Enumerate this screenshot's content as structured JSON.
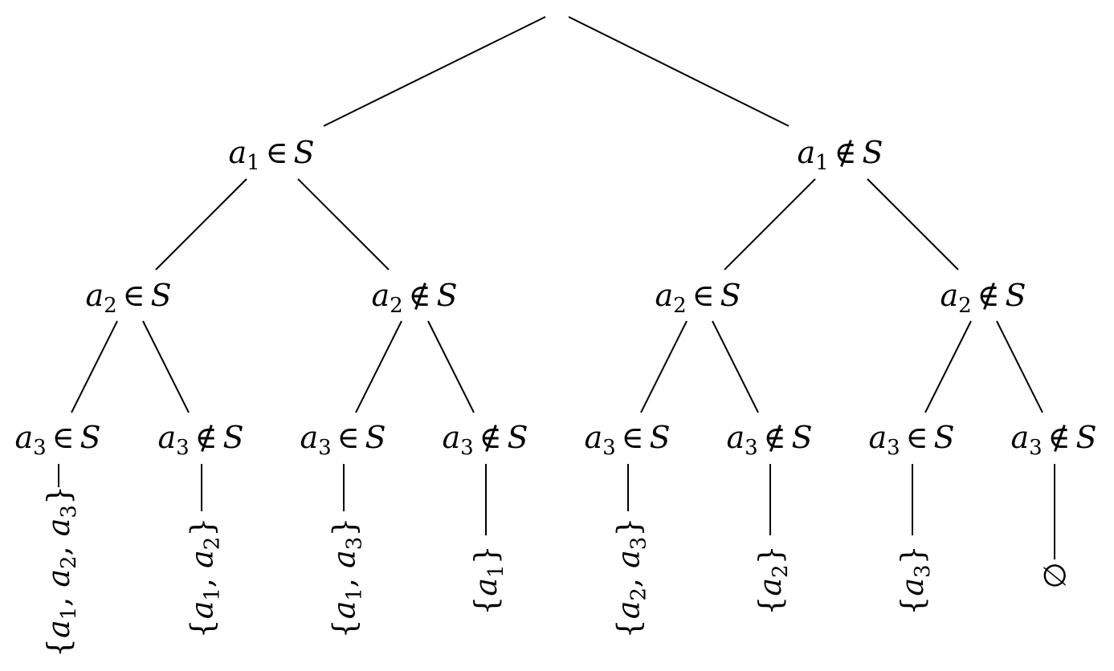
{
  "nodes": {
    "n1": {
      "sym": "a",
      "sub": "1",
      "rel": "∈",
      "set": "S"
    },
    "n2": {
      "sym": "a",
      "sub": "1",
      "rel": "∉",
      "set": "S"
    },
    "n11": {
      "sym": "a",
      "sub": "2",
      "rel": "∈",
      "set": "S"
    },
    "n12": {
      "sym": "a",
      "sub": "2",
      "rel": "∉",
      "set": "S"
    },
    "n21": {
      "sym": "a",
      "sub": "2",
      "rel": "∈",
      "set": "S"
    },
    "n22": {
      "sym": "a",
      "sub": "2",
      "rel": "∉",
      "set": "S"
    },
    "n111": {
      "sym": "a",
      "sub": "3",
      "rel": "∈",
      "set": "S"
    },
    "n112": {
      "sym": "a",
      "sub": "3",
      "rel": "∉",
      "set": "S"
    },
    "n121": {
      "sym": "a",
      "sub": "3",
      "rel": "∈",
      "set": "S"
    },
    "n122": {
      "sym": "a",
      "sub": "3",
      "rel": "∉",
      "set": "S"
    },
    "n211": {
      "sym": "a",
      "sub": "3",
      "rel": "∈",
      "set": "S"
    },
    "n212": {
      "sym": "a",
      "sub": "3",
      "rel": "∉",
      "set": "S"
    },
    "n221": {
      "sym": "a",
      "sub": "3",
      "rel": "∈",
      "set": "S"
    },
    "n222": {
      "sym": "a",
      "sub": "3",
      "rel": "∉",
      "set": "S"
    }
  },
  "leaves": [
    {
      "open": "{",
      "items": [
        [
          "a",
          "1"
        ],
        [
          "a",
          "2"
        ],
        [
          "a",
          "3"
        ]
      ],
      "close": "}"
    },
    {
      "open": "{",
      "items": [
        [
          "a",
          "1"
        ],
        [
          "a",
          "2"
        ]
      ],
      "close": "}"
    },
    {
      "open": "{",
      "items": [
        [
          "a",
          "1"
        ],
        [
          "a",
          "3"
        ]
      ],
      "close": "}"
    },
    {
      "open": "{",
      "items": [
        [
          "a",
          "1"
        ]
      ],
      "close": "}"
    },
    {
      "open": "{",
      "items": [
        [
          "a",
          "2"
        ],
        [
          "a",
          "3"
        ]
      ],
      "close": "}"
    },
    {
      "open": "{",
      "items": [
        [
          "a",
          "2"
        ]
      ],
      "close": "}"
    },
    {
      "open": "{",
      "items": [
        [
          "a",
          "3"
        ]
      ],
      "close": "}"
    },
    {
      "text": "∅"
    }
  ],
  "separator": ", "
}
